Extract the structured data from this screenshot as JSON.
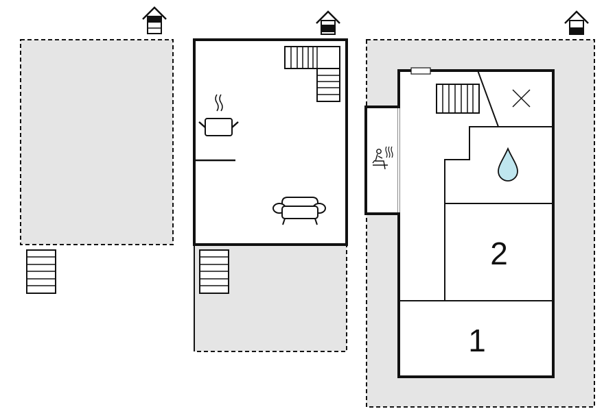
{
  "colors": {
    "wall": "#111111",
    "outdoor_area": "#e5e5e5",
    "indoor": "#ffffff",
    "water": "#bfe6ef"
  },
  "icons": {
    "floor_indicator": "house-floor-icon",
    "stairs": "stairs-icon",
    "kitchen": "cooking-pot-icon",
    "living": "sofa-icon",
    "sauna": "sauna-icon",
    "bathroom": "water-drop-icon",
    "storage": "cross-icon",
    "window": "window-icon"
  },
  "floors": [
    {
      "floor_level": "top"
    },
    {
      "floor_level": "middle"
    },
    {
      "floor_level": "ground"
    }
  ],
  "rooms": {
    "bedroom_1": {
      "label": "1"
    },
    "bedroom_2": {
      "label": "2"
    }
  }
}
